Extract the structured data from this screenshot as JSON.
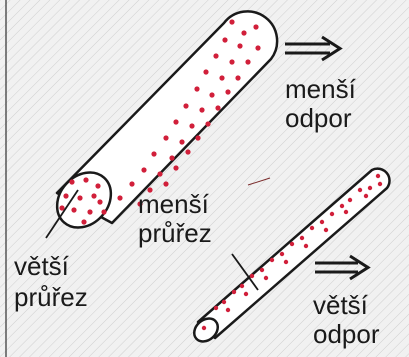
{
  "labels": {
    "thick_right_line1": "menší",
    "thick_right_line2": "odpor",
    "middle_line1": "menší",
    "middle_line2": "průřez",
    "left_line1": "větší",
    "left_line2": "průřez",
    "thin_right_line1": "větší",
    "thin_right_line2": "odpor"
  },
  "colors": {
    "background": "#f1f1f1",
    "hatch": "#cfcfcf",
    "outline": "#1a1a1a",
    "particles": "#d11f3a",
    "cylinder_fill": "#ffffff"
  },
  "icons": {
    "thick_arrow": "double-arrow-right-icon",
    "thin_arrow": "double-arrow-right-icon"
  }
}
